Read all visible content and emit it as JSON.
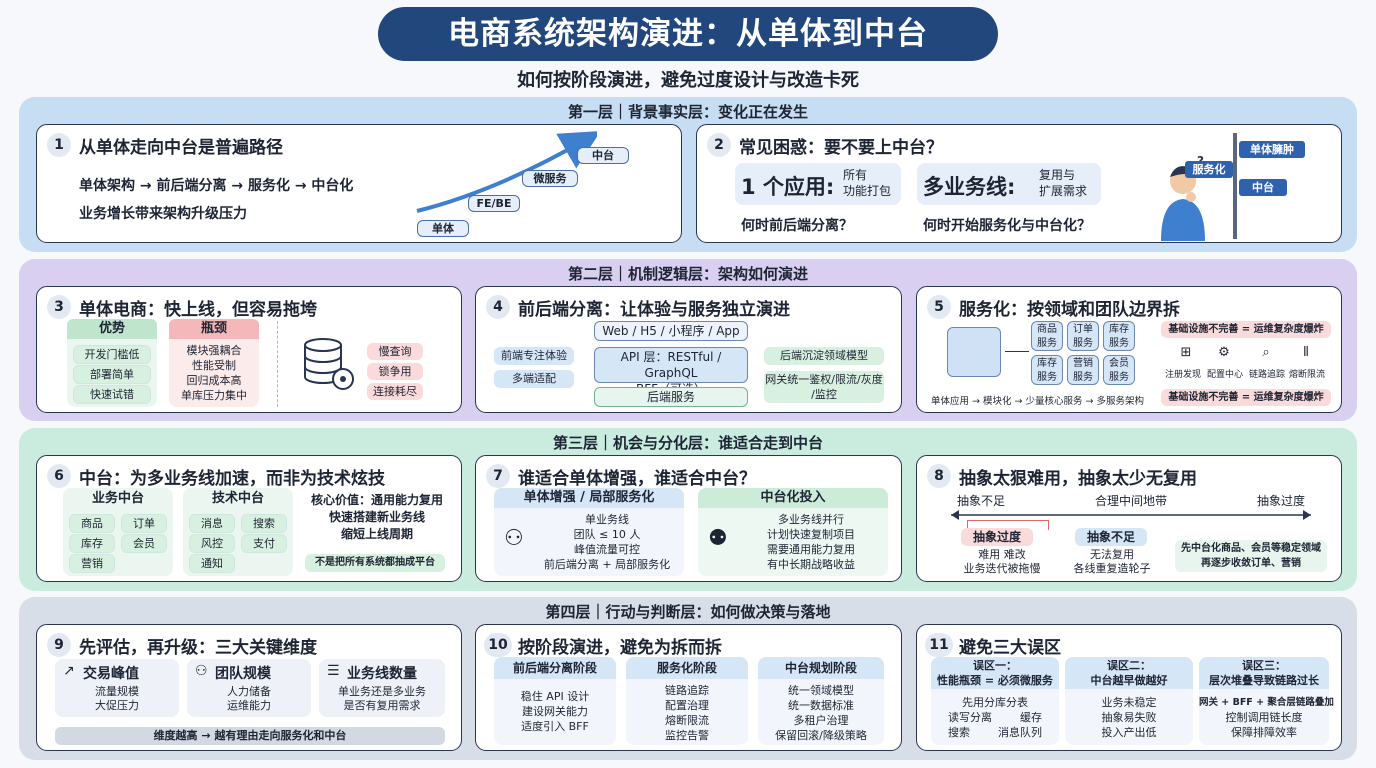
{
  "title": "电商系统架构演进：从单体到中台",
  "subtitle": "如何按阶段演进，避免过度设计与改造卡死",
  "layers": [
    {
      "heading": "第一层｜背景事实层：变化正在发生"
    },
    {
      "heading": "第二层｜机制逻辑层：架构如何演进"
    },
    {
      "heading": "第三层｜机会与分化层：谁适合走到中台"
    },
    {
      "heading": "第四层｜行动与判断层：如何做决策与落地"
    }
  ],
  "card1": {
    "num": "1",
    "title": "从单体走向中台是普遍路径",
    "line1": "单体架构 → 前后端分离 → 服务化 → 中台化",
    "line2": "业务增长带来架构升级压力",
    "steps": [
      "单体",
      "FE/BE",
      "微服务",
      "中台"
    ]
  },
  "card2": {
    "num": "2",
    "title": "常见困惑：要不要上中台？",
    "opt1_big": "1 个应用:",
    "opt1_small": "所有\n功能打包",
    "opt2_big": "多业务线:",
    "opt2_small": "复用与\n扩展需求",
    "q1": "何时前后端分离？",
    "q2": "何时开始服务化与中台化？",
    "signs": [
      "单体臃肿",
      "服务化",
      "中台"
    ]
  },
  "card3": {
    "num": "3",
    "title": "单体电商：快上线，但容易拖垮",
    "adv_title": "优势",
    "adv": [
      "开发门槛低",
      "部署简单",
      "快速试错"
    ],
    "bot_title": "瓶颈",
    "bot": [
      "模块强耦合",
      "性能受制",
      "回归成本高",
      "单库压力集中"
    ],
    "db_issues": [
      "慢查询",
      "锁争用",
      "连接耗尽"
    ]
  },
  "card4": {
    "num": "4",
    "title": "前后端分离：让体验与服务独立演进",
    "top": "Web / H5 / 小程序 / App",
    "api": "API 层：RESTful / GraphQL\nBFF（可选）",
    "backend": "后端服务",
    "left": [
      "前端专注体验",
      "多端适配"
    ],
    "right": [
      "后端沉淀领域模型",
      "网关统一鉴权/限流/灰度\n/监控"
    ]
  },
  "card5": {
    "num": "5",
    "title": "服务化：按领域和团队边界拆",
    "services": [
      "商品\n服务",
      "订单\n服务",
      "库存\n服务",
      "库存\n服务",
      "营销\n服务",
      "会员\n服务"
    ],
    "warn": "基础设施不完善 = 运维复杂度爆炸",
    "tools": [
      "注册发现",
      "配置中心",
      "链路追踪",
      "熔断限流"
    ],
    "path": "单体应用 → 模块化 → 少量核心服务 → 多服务架构"
  },
  "card6": {
    "num": "6",
    "title": "中台：为多业务线加速，而非为技术炫技",
    "biz_title": "业务中台",
    "biz": [
      "商品",
      "订单",
      "库存",
      "会员",
      "营销"
    ],
    "tech_title": "技术中台",
    "tech": [
      "消息",
      "搜索",
      "风控",
      "支付",
      "通知"
    ],
    "value": "核心价值：通用能力复用\n快速搭建新业务线\n缩短上线周期",
    "note": "不是把所有系统都抽成平台"
  },
  "card7": {
    "num": "7",
    "title": "谁适合单体增强，谁适合中台？",
    "a_title": "单体增强 / 局部服务化",
    "a_lines": [
      "单业务线",
      "团队 ≤ 10 人",
      "峰值流量可控",
      "前后端分离 + 局部服务化"
    ],
    "b_title": "中台化投入",
    "b_lines": [
      "多业务线并行",
      "计划快速复制项目",
      "需要通用能力复用",
      "有中长期战略收益"
    ]
  },
  "card8": {
    "num": "8",
    "title": "抽象太狠难用，抽象太少无复用",
    "scale": [
      "抽象不足",
      "合理中间地带",
      "抽象过度"
    ],
    "over_title": "抽象过度",
    "over_lines": [
      "难用        难改",
      "业务迭代被拖慢"
    ],
    "under_title": "抽象不足",
    "under_lines": [
      "无法复用",
      "各线重复造轮子"
    ],
    "advice": "先中台化商品、会员等稳定领域\n再逐步收敛订单、营销"
  },
  "card9": {
    "num": "9",
    "title": "先评估，再升级：三大关键维度",
    "dims": [
      {
        "title": "交易峰值",
        "desc": "流量规模\n大促压力"
      },
      {
        "title": "团队规模",
        "desc": "人力储备\n运维能力"
      },
      {
        "title": "业务线数量",
        "desc": "单业务还是多业务\n是否有复用需求"
      }
    ],
    "bottom": "维度越高 → 越有理由走向服务化和中台"
  },
  "card10": {
    "num": "10",
    "title": "按阶段演进，避免为拆而拆",
    "stages": [
      {
        "title": "前后端分离阶段",
        "lines": [
          "稳住 API 设计",
          "建设网关能力",
          "适度引入 BFF"
        ]
      },
      {
        "title": "服务化阶段",
        "lines": [
          "链路追踪",
          "配置治理",
          "熔断限流",
          "监控告警"
        ]
      },
      {
        "title": "中台规划阶段",
        "lines": [
          "统一领域模型",
          "统一数据标准",
          "多租户治理",
          "保留回滚/降级策略"
        ]
      }
    ]
  },
  "card11": {
    "num": "11",
    "title": "避免三大误区",
    "mistakes": [
      {
        "title": "误区一：\n性能瓶颈 = 必须微服务",
        "lines": [
          "先用分库分表",
          "读写分离        缓存",
          "搜索        消息队列"
        ]
      },
      {
        "title": "误区二：\n中台越早做越好",
        "lines": [
          "业务未稳定",
          "抽象易失败",
          "投入产出低"
        ]
      },
      {
        "title": "误区三：\n层次堆叠导致链路过长",
        "lines": [
          "网关 + BFF + 聚合层链路叠加",
          "控制调用链长度",
          "保障排障效率"
        ]
      }
    ]
  },
  "colors": {
    "layer1": "#c7ddf4",
    "layer2": "#d9cff1",
    "layer3": "#c9ecdf",
    "layer4": "#d8dee7",
    "green": "#cdebd9",
    "red": "#f6cfd0",
    "blue": "#d5e6f7"
  }
}
